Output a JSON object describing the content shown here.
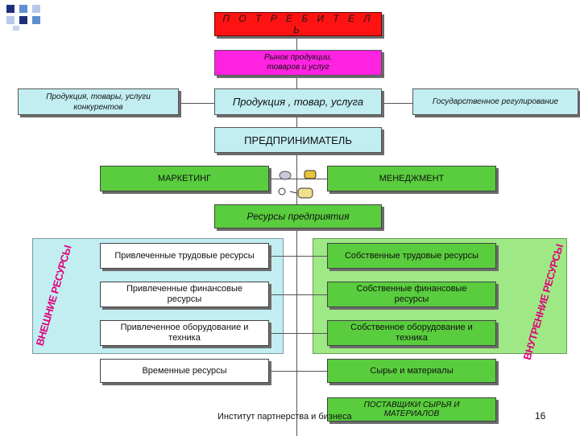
{
  "title": "П О Т Р Е Б И Т Е Л Ь",
  "market": "Рынок продукции, товаров и услуг",
  "competitors": "Продукция, товары, услуги конкурентов",
  "product": "Продукция , товар, услуга",
  "regulation": "Государственное регулирование",
  "entrepreneur": "ПРЕДПРИНИМАТЕЛЬ",
  "marketing": "МАРКЕТИНГ",
  "management": "МЕНЕДЖМЕНТ",
  "resources": "Ресурсы предприятия",
  "left_vertical": "ВНЕШНИЕ РЕСУРСЫ",
  "right_vertical": "ВНУТРЕННИЕ РЕСУРСЫ",
  "left_items": [
    "Привлеченные трудовые ресурсы",
    "Привлеченные финансовые ресурсы",
    "Привлеченное оборудование и техника",
    "Временные ресурсы"
  ],
  "right_items": [
    "Собственные трудовые ресурсы",
    "Собственные финансовые ресурсы",
    "Собственное оборудование и техника",
    "Сырье и материалы"
  ],
  "suppliers": "ПОСТАВЩИКИ СЫРЬЯ И МАТЕРИАЛОВ",
  "footer": "Институт партнерства и бизнеса",
  "page_number": "16",
  "colors": {
    "title": "#ff1212",
    "market": "#ff22e0",
    "cyan": "#c2eef2",
    "green": "#59cd3d",
    "left_panel": "#c2eef2",
    "right_panel": "#9ee985",
    "vertical_text": "#e0007a"
  }
}
